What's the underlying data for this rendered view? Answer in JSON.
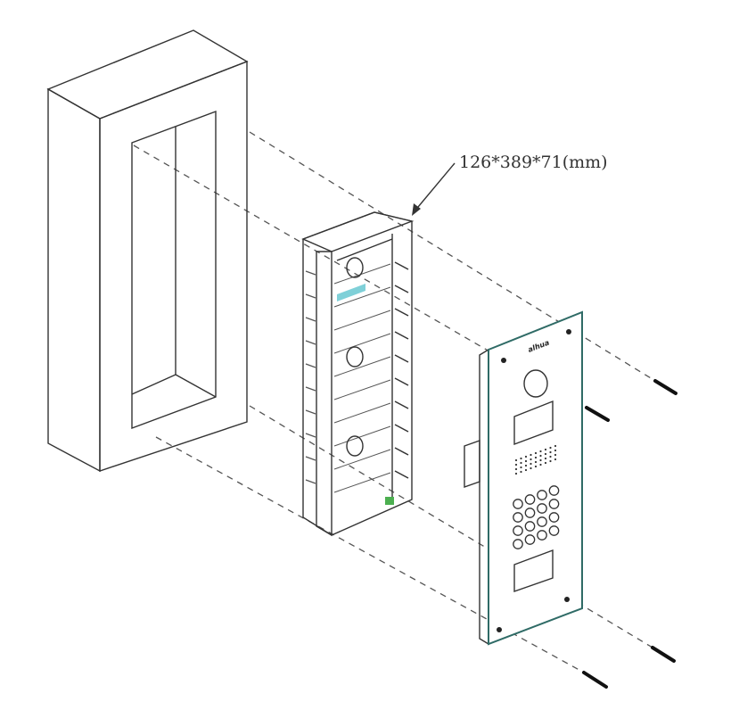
{
  "diagram": {
    "dimension_label": "126*389*71(mm)",
    "panel_logo": "alhua",
    "colors": {
      "panel_edge": "#2f6b66",
      "label_sticker": "#7fd0d8",
      "terminal": "#4caf50",
      "line": "#333333"
    },
    "keypad": {
      "rows": 4,
      "cols": 4
    }
  }
}
